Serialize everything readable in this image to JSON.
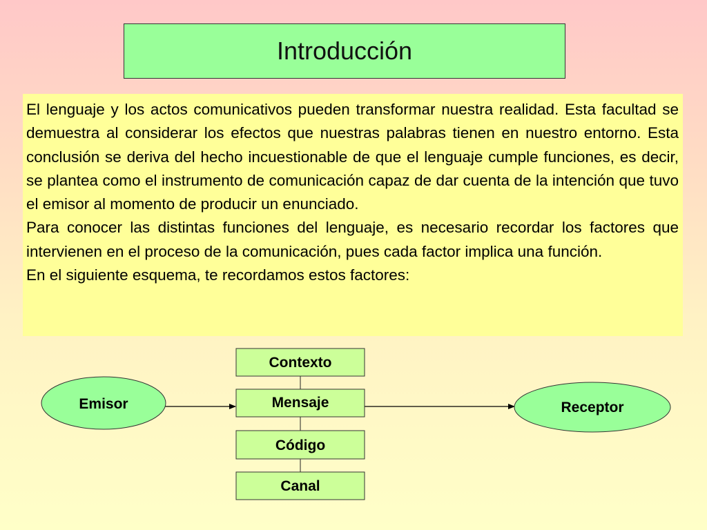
{
  "title": "Introducción",
  "paragraphs": [
    "El lenguaje y los actos comunicativos pueden transformar nuestra realidad. Esta facultad se demuestra al considerar los efectos que nuestras palabras tienen en nuestro entorno. Esta conclusión se deriva del hecho incuestionable de que el lenguaje cumple funciones, es decir, se plantea como el instrumento de comunicación capaz de dar cuenta de la intención que tuvo el emisor al momento de producir un enunciado.",
    "Para conocer las distintas funciones del lenguaje, es  necesario recordar los factores que intervienen en el proceso de la comunicación, pues cada factor implica una función.",
    "En el siguiente esquema, te recordamos estos factores:"
  ],
  "diagram": {
    "emisor": "Emisor",
    "receptor": "Receptor",
    "contexto": "Contexto",
    "mensaje": "Mensaje",
    "codigo": "Código",
    "canal": "Canal"
  },
  "colors": {
    "title_fill": "#99ff99",
    "text_fill": "#ffff99",
    "node_fill": "#99ff99",
    "box_fill": "#ccff99"
  }
}
